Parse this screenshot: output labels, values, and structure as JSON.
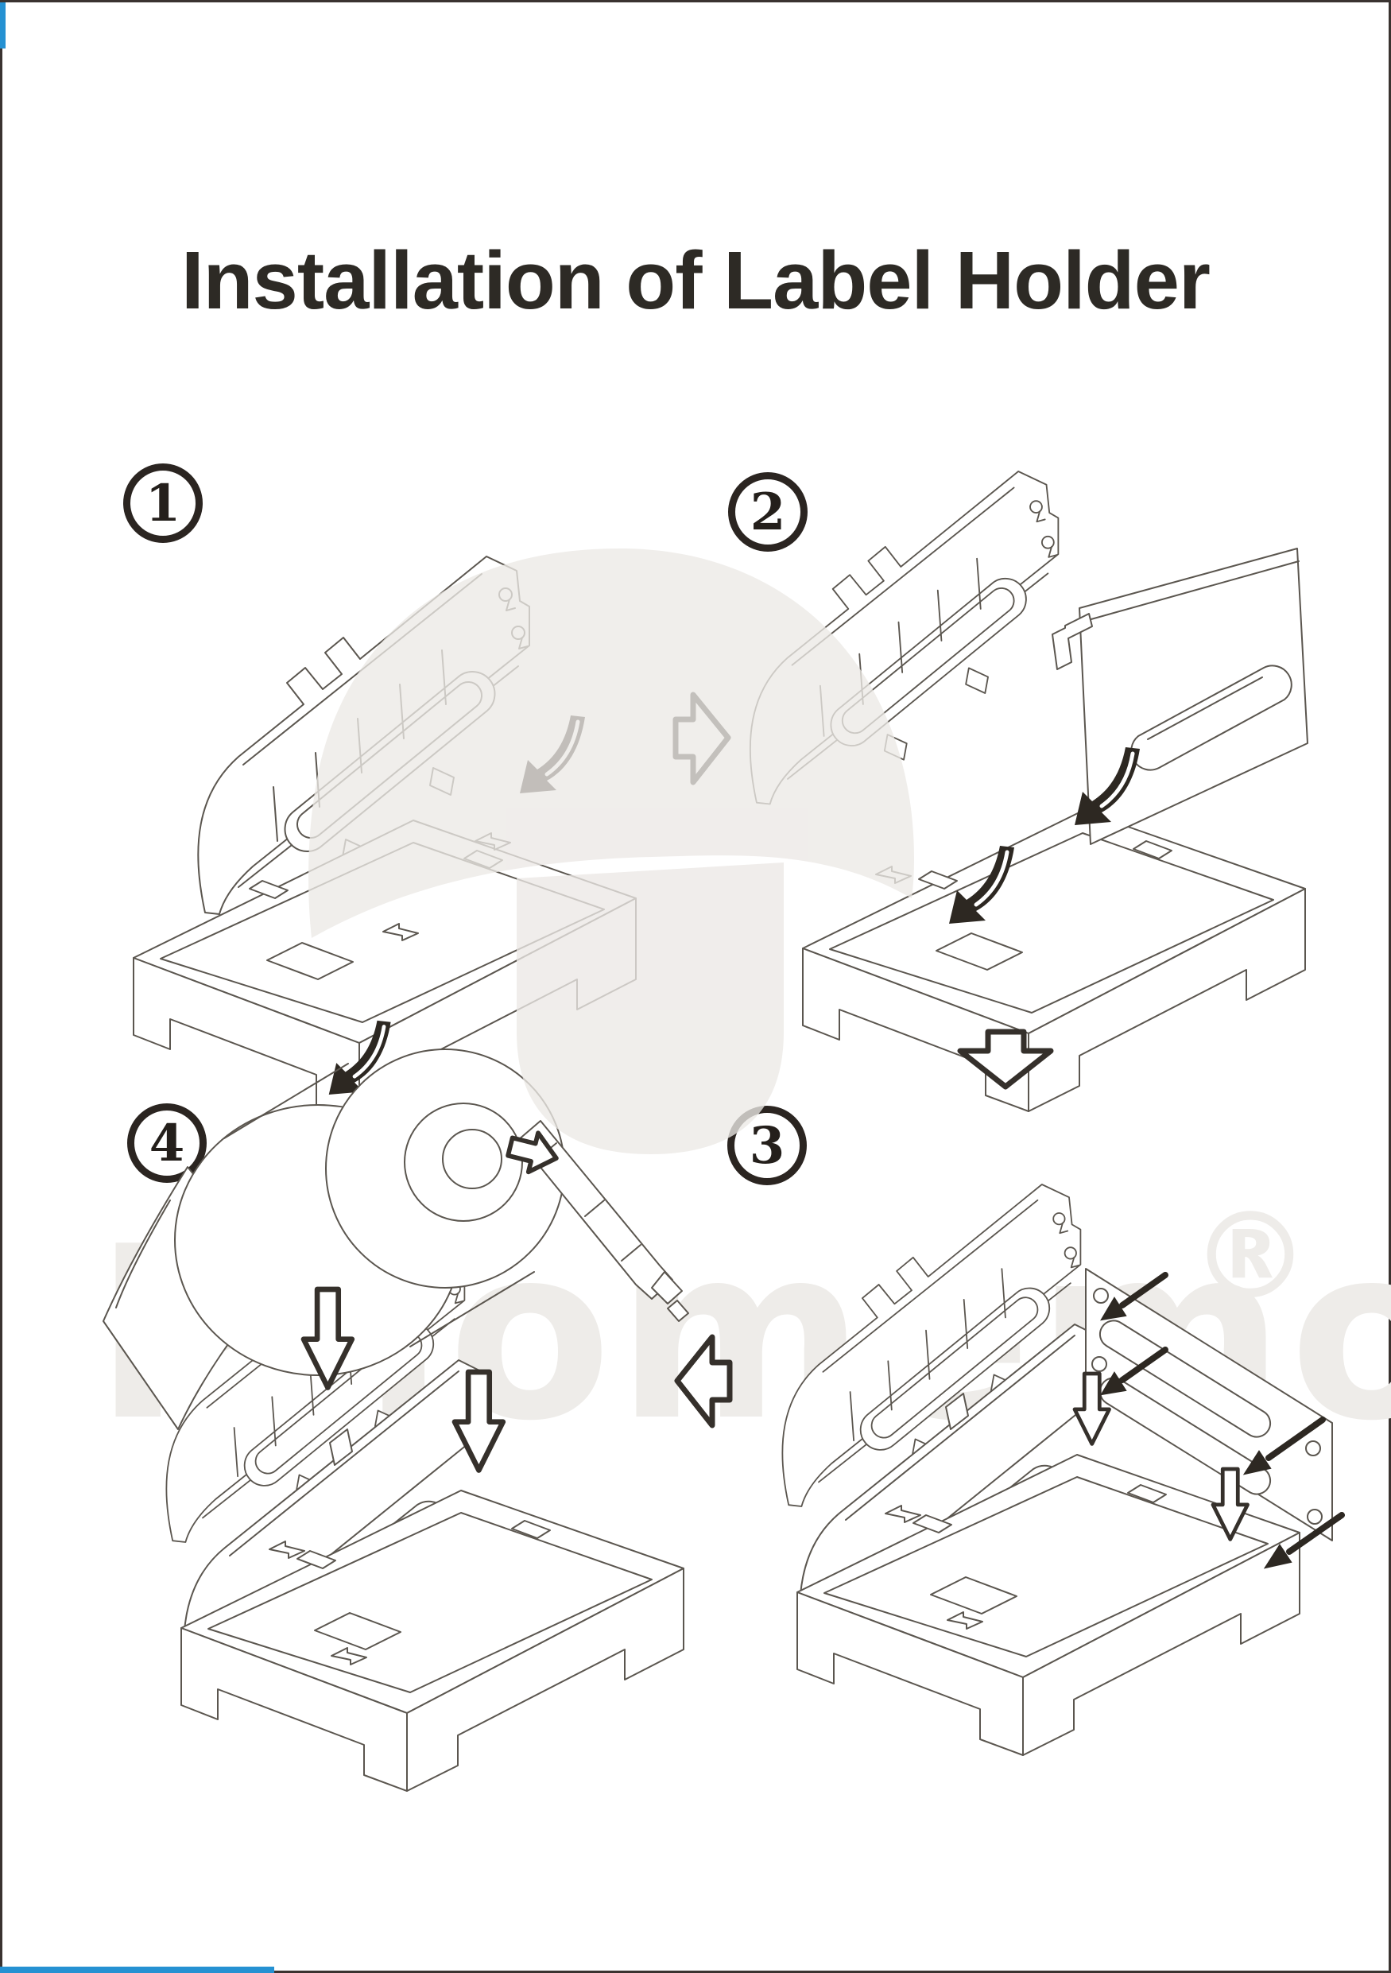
{
  "page": {
    "title": "Installation of Label Holder"
  },
  "steps": [
    {
      "number": "1",
      "content": "back panel positioned above base tray with two clip-in curved arrows"
    },
    {
      "number": "2",
      "content": "back panel mounted on base, side panel folding down with two curved arrows"
    },
    {
      "number": "3",
      "content": "assembled holder with mounting plate, four insert arrows and two down arrows"
    },
    {
      "number": "4",
      "content": "label roll with spindle lowered into assembled holder, three guide arrows"
    }
  ],
  "flow_icons": [
    {
      "name": "arrow-right-icon"
    },
    {
      "name": "arrow-down-icon"
    },
    {
      "name": "arrow-left-icon"
    }
  ],
  "watermark": {
    "brand": "Phomemo",
    "registered": "®"
  },
  "colors": {
    "accent_blue": "#2591d2",
    "frame": "#3a3330",
    "line_art": "#5b564f",
    "arrow_dark": "#35302b",
    "title_text": "#2d2a25",
    "watermark_gray": "#eeece9",
    "blob_gray": "#ece9e6"
  }
}
